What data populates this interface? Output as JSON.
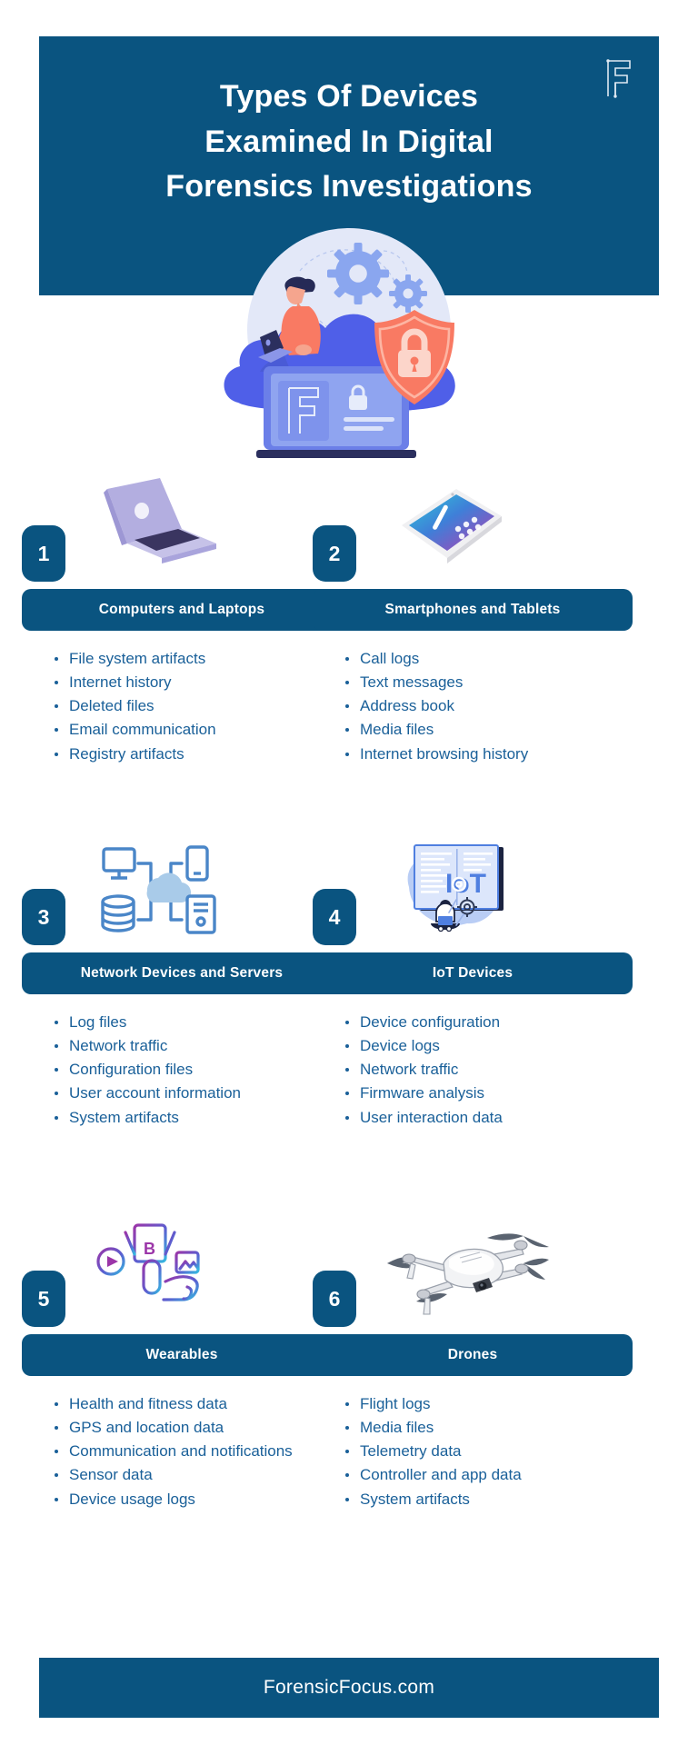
{
  "header": {
    "title_lines": [
      "Types Of Devices",
      "Examined In Digital",
      "Forensics Investigations"
    ],
    "logo_name": "forensic-focus-f-logo",
    "background_color": "#0a5480",
    "text_color": "#ffffff"
  },
  "hero": {
    "illustration_name": "cloud-security-illustration",
    "elements": [
      "person-with-laptop",
      "cloud",
      "gears",
      "shield-with-padlock",
      "laptop-screen-with-f-logo"
    ],
    "colors": {
      "cloud": "#4f5fe8",
      "shield": "#f97a63",
      "gear": "#8aa6ef",
      "circle_backdrop": "#e3e8f8"
    }
  },
  "sections": [
    {
      "number": "1",
      "label": "Computers and Laptops",
      "icon_name": "laptop-icon",
      "items": [
        "File system artifacts",
        "Internet history",
        "Deleted files",
        "Email communication",
        "Registry artifacts"
      ]
    },
    {
      "number": "2",
      "label": "Smartphones and Tablets",
      "icon_name": "tablet-icon",
      "items": [
        "Call logs",
        "Text messages",
        "Address book",
        "Media files",
        "Internet browsing history"
      ]
    },
    {
      "number": "3",
      "label": "Network Devices and Servers",
      "icon_name": "network-cloud-icon",
      "items": [
        "Log files",
        "Network traffic",
        "Configuration files",
        "User account information",
        "System artifacts"
      ]
    },
    {
      "number": "4",
      "label": "IoT Devices",
      "icon_name": "iot-screen-icon",
      "items": [
        "Device configuration",
        "Device logs",
        "Network traffic",
        "Firmware analysis",
        "User interaction data"
      ]
    },
    {
      "number": "5",
      "label": "Wearables",
      "icon_name": "wearable-media-icon",
      "items": [
        "Health and fitness data",
        "GPS and location data",
        "Communication and notifications",
        "Sensor data",
        "Device usage logs"
      ]
    },
    {
      "number": "6",
      "label": "Drones",
      "icon_name": "drone-icon",
      "items": [
        "Flight logs",
        "Media files",
        "Telemetry data",
        "Controller and app data",
        "System artifacts"
      ]
    }
  ],
  "footer": {
    "text": "ForensicFocus.com",
    "background_color": "#0a5480"
  },
  "theme": {
    "brand_blue": "#0a5480",
    "list_text_blue": "#1a6099",
    "page_background": "#ffffff"
  }
}
